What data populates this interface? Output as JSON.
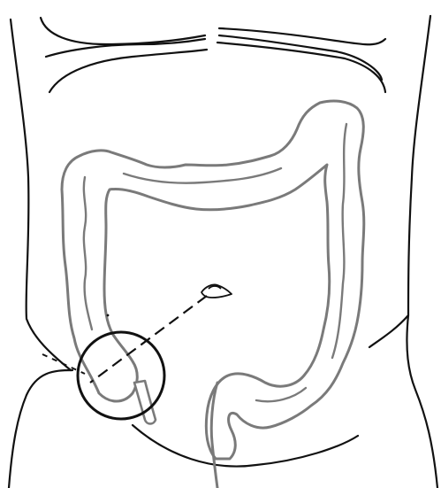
{
  "figure": {
    "kind": "anatomical-line-drawing",
    "subject": "abdomen-with-large-intestine",
    "colors": {
      "background": "#ffffff",
      "outline": "#111111",
      "colon": "#7a7a7a",
      "colon_fill": "#ffffff"
    },
    "elements": [
      "torso-outline",
      "ribcage-lines",
      "large-intestine",
      "navel-icon",
      "dashed-line",
      "circle-marker",
      "appendix"
    ]
  }
}
